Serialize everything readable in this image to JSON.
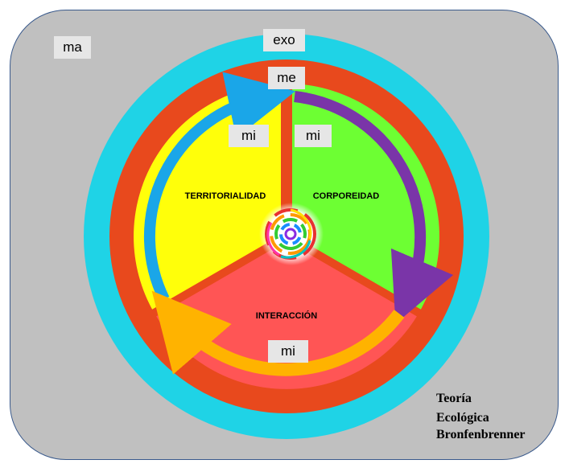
{
  "colors": {
    "macro": "#c0c0c0",
    "exo": "#1fd3e6",
    "meso": "#e8491d",
    "territorialidad": "#ffff0a",
    "corporeidad": "#6dff33",
    "interaccion": "#ff5555",
    "arrow_blue": "#1aa6e8",
    "arrow_purple": "#7a35a8",
    "arrow_orange": "#ffb300"
  },
  "labels": {
    "macro": "ma",
    "exo": "exo",
    "meso": "me",
    "micro_left": "mi",
    "micro_right": "mi",
    "micro_bottom": "mi"
  },
  "sectors": {
    "territorialidad": "TERRITORIALIDAD",
    "corporeidad": "CORPOREIDAD",
    "interaccion": "INTERACCIÓN"
  },
  "title": {
    "line1": "Teoría",
    "line2": "Ecológica",
    "line3": "Bronfenbrenner"
  },
  "center_icon": "spiral-icon"
}
